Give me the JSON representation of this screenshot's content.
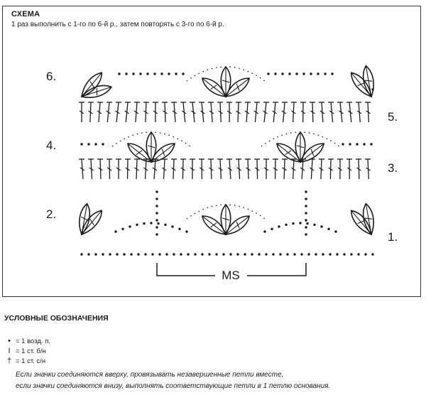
{
  "schema": {
    "title": "СХЕМА",
    "subtitle": "1 раз выполнить с 1-го по 6-й р., затем повторять с 3-го по 6-й р."
  },
  "rows": {
    "r1": "1.",
    "r2": "2.",
    "r3": "3.",
    "r4": "4.",
    "r5": "5.",
    "r6": "6."
  },
  "repeat_label": "MS",
  "legend": {
    "title": "УСЛОВНЫЕ ОБОЗНАЧЕНИЯ",
    "items": [
      {
        "symbol": "•",
        "text": "= 1 возд. п."
      },
      {
        "symbol": "I",
        "text": "= 1 ст. б/н"
      },
      {
        "symbol": "†",
        "text": "= 1 ст. с/н"
      }
    ]
  },
  "notes": [
    "Если значки соединяются вверху, провязывать незавершенные петли вместе,",
    "если значки соединяются внизу, выполнять соответствующие петли в 1 петлю основания."
  ],
  "colors": {
    "ink": "#1a1a1a",
    "frame": "#333333",
    "background": "#ffffff"
  }
}
